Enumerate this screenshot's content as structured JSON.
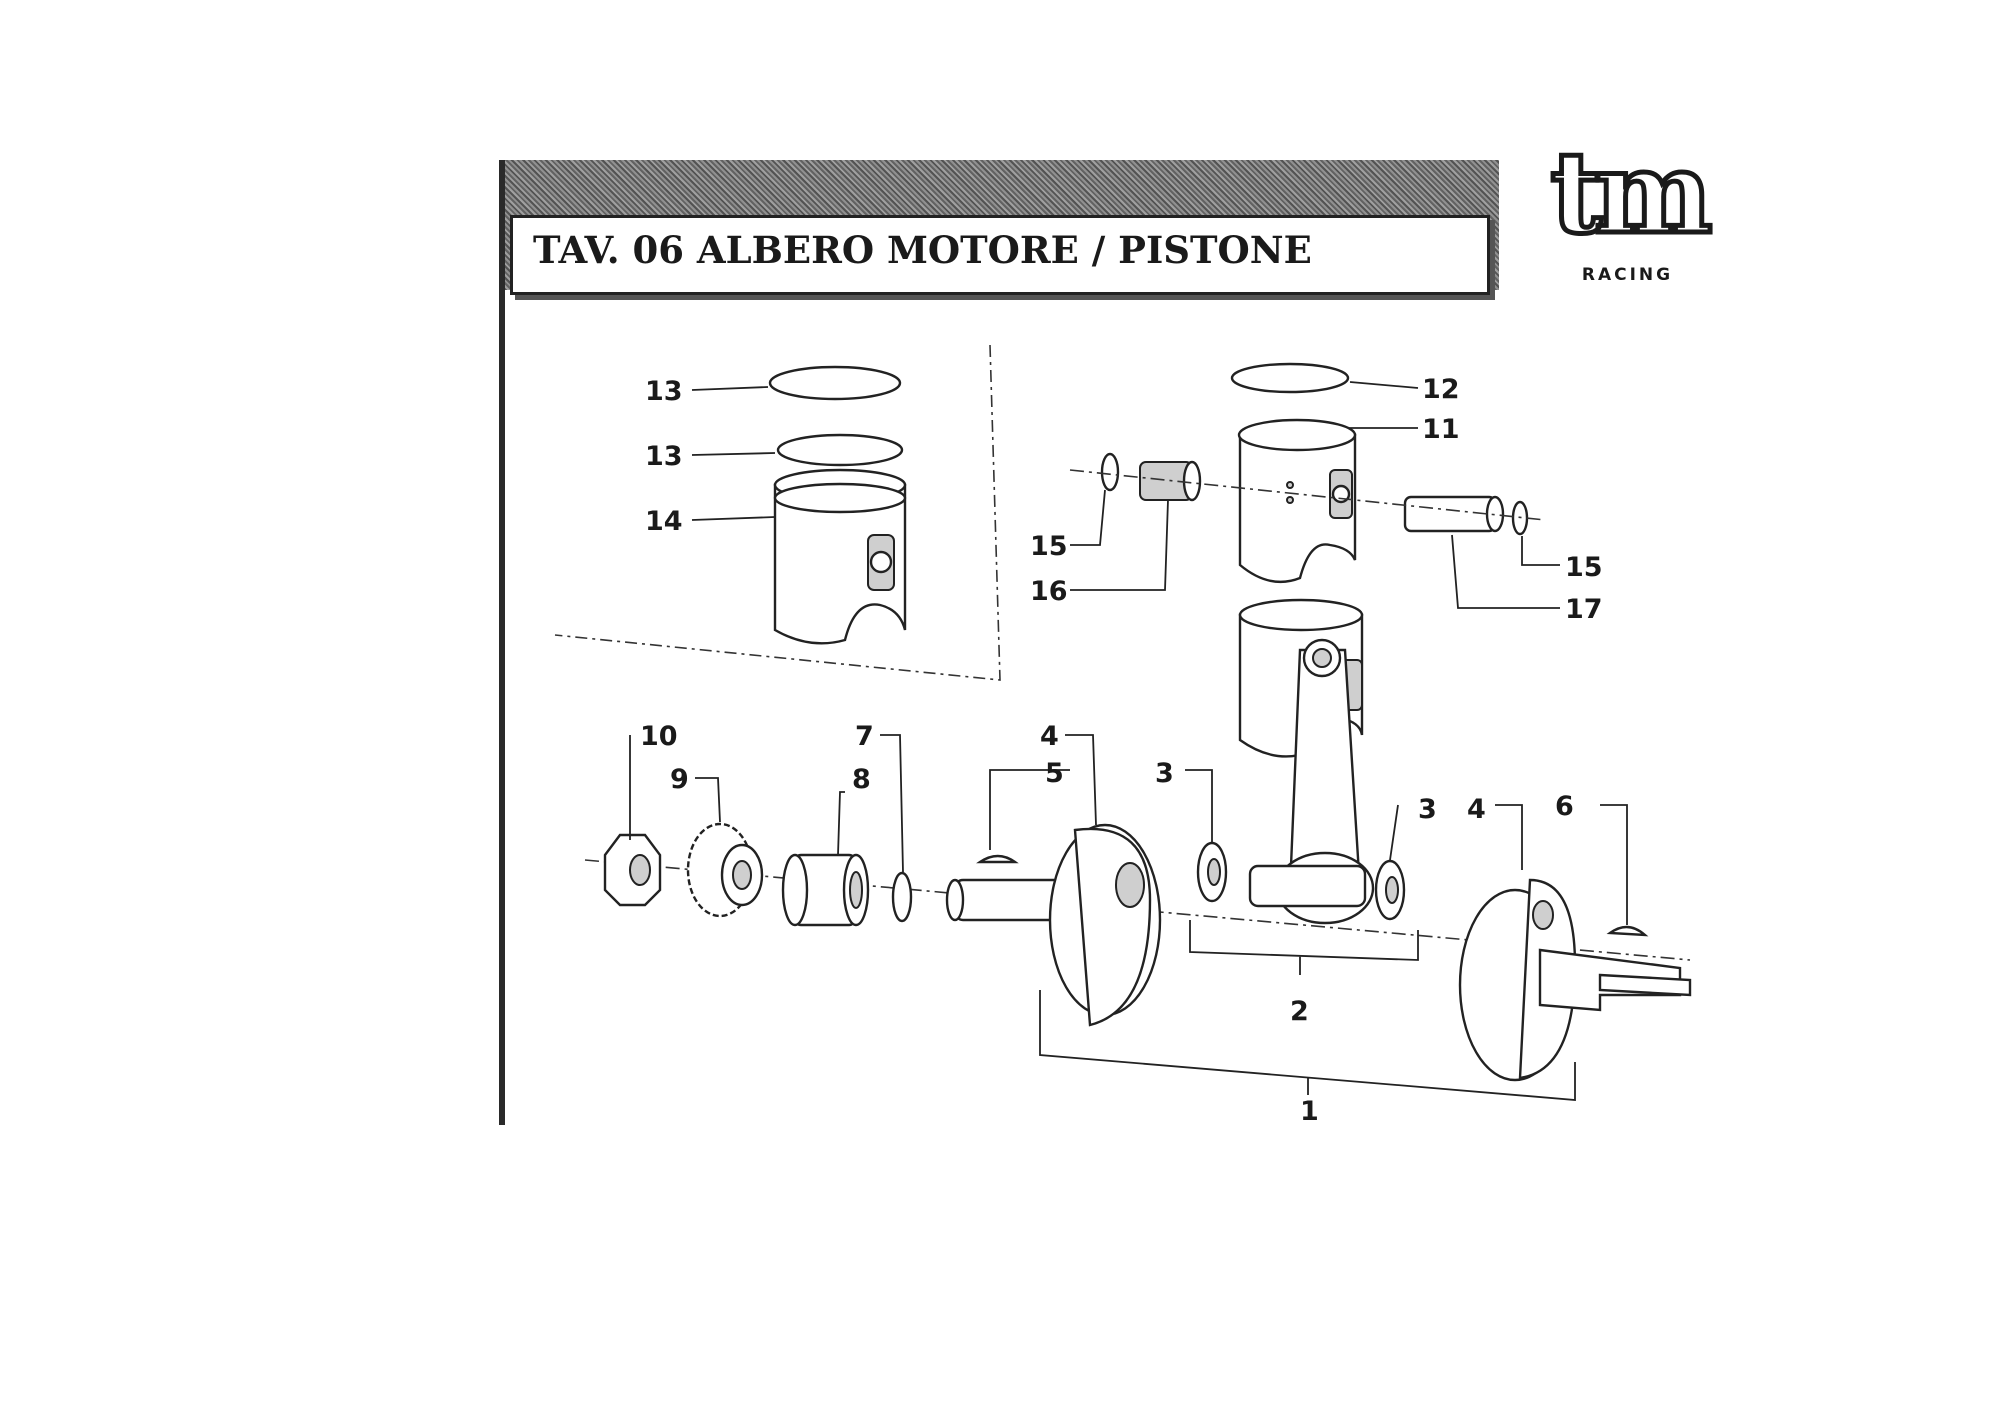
{
  "title": "TAV. 06 ALBERO MOTORE / PISTONE",
  "brand": {
    "logo": "tm",
    "subtitle": "RACING"
  },
  "callouts": {
    "c1": "1",
    "c2": "2",
    "c3a": "3",
    "c3b": "3",
    "c4a": "4",
    "c4b": "4",
    "c5": "5",
    "c6": "6",
    "c7": "7",
    "c8": "8",
    "c9": "9",
    "c10": "10",
    "c11": "11",
    "c12": "12",
    "c13a": "13",
    "c13b": "13",
    "c14": "14",
    "c15a": "15",
    "c15b": "15",
    "c16": "16",
    "c17": "17"
  }
}
